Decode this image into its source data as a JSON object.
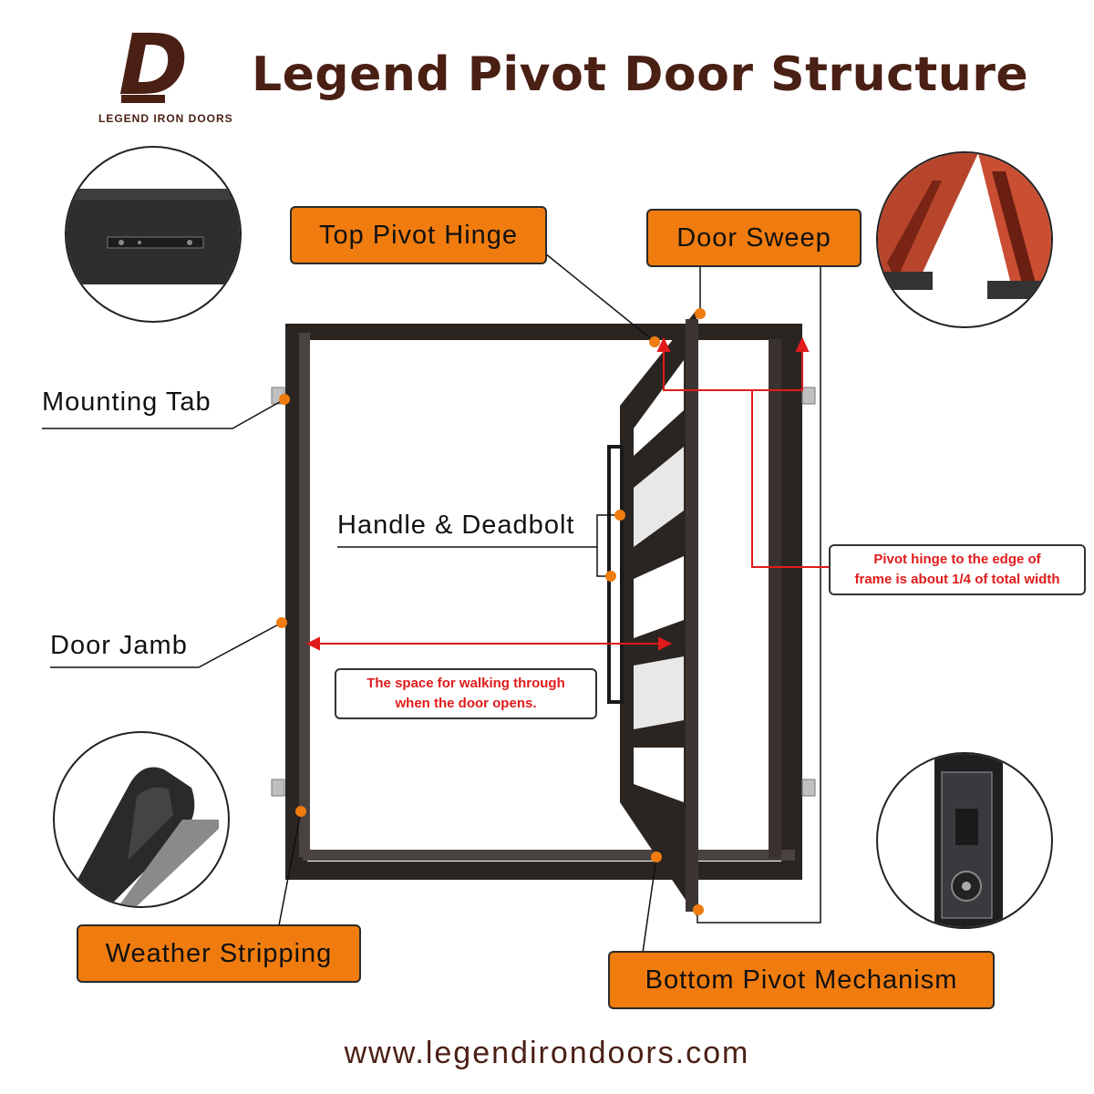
{
  "brand": {
    "logo_mark": "D",
    "logo_text": "LEGEND IRON DOORS"
  },
  "header": {
    "title": "Legend Pivot Door Structure"
  },
  "labels": {
    "top_pivot_hinge": "Top Pivot Hinge",
    "door_sweep": "Door Sweep",
    "mounting_tab": "Mounting Tab",
    "handle_deadbolt": "Handle & Deadbolt",
    "door_jamb": "Door Jamb",
    "weather_stripping": "Weather Stripping",
    "bottom_pivot_mechanism": "Bottom Pivot Mechanism"
  },
  "notes": {
    "pivot_note_line1": "Pivot hinge to the edge of",
    "pivot_note_line2": "frame is about 1/4 of total width",
    "walk_note_line1": "The space for walking through",
    "walk_note_line2": "when the door opens."
  },
  "footer": {
    "website": "www.legendirondoors.com"
  },
  "colors": {
    "brand_brown": "#4a1f14",
    "label_orange": "#f07c0f",
    "marker_orange": "#f07c0f",
    "annotation_red": "#e01b1b",
    "frame_dark": "#2b2522"
  }
}
